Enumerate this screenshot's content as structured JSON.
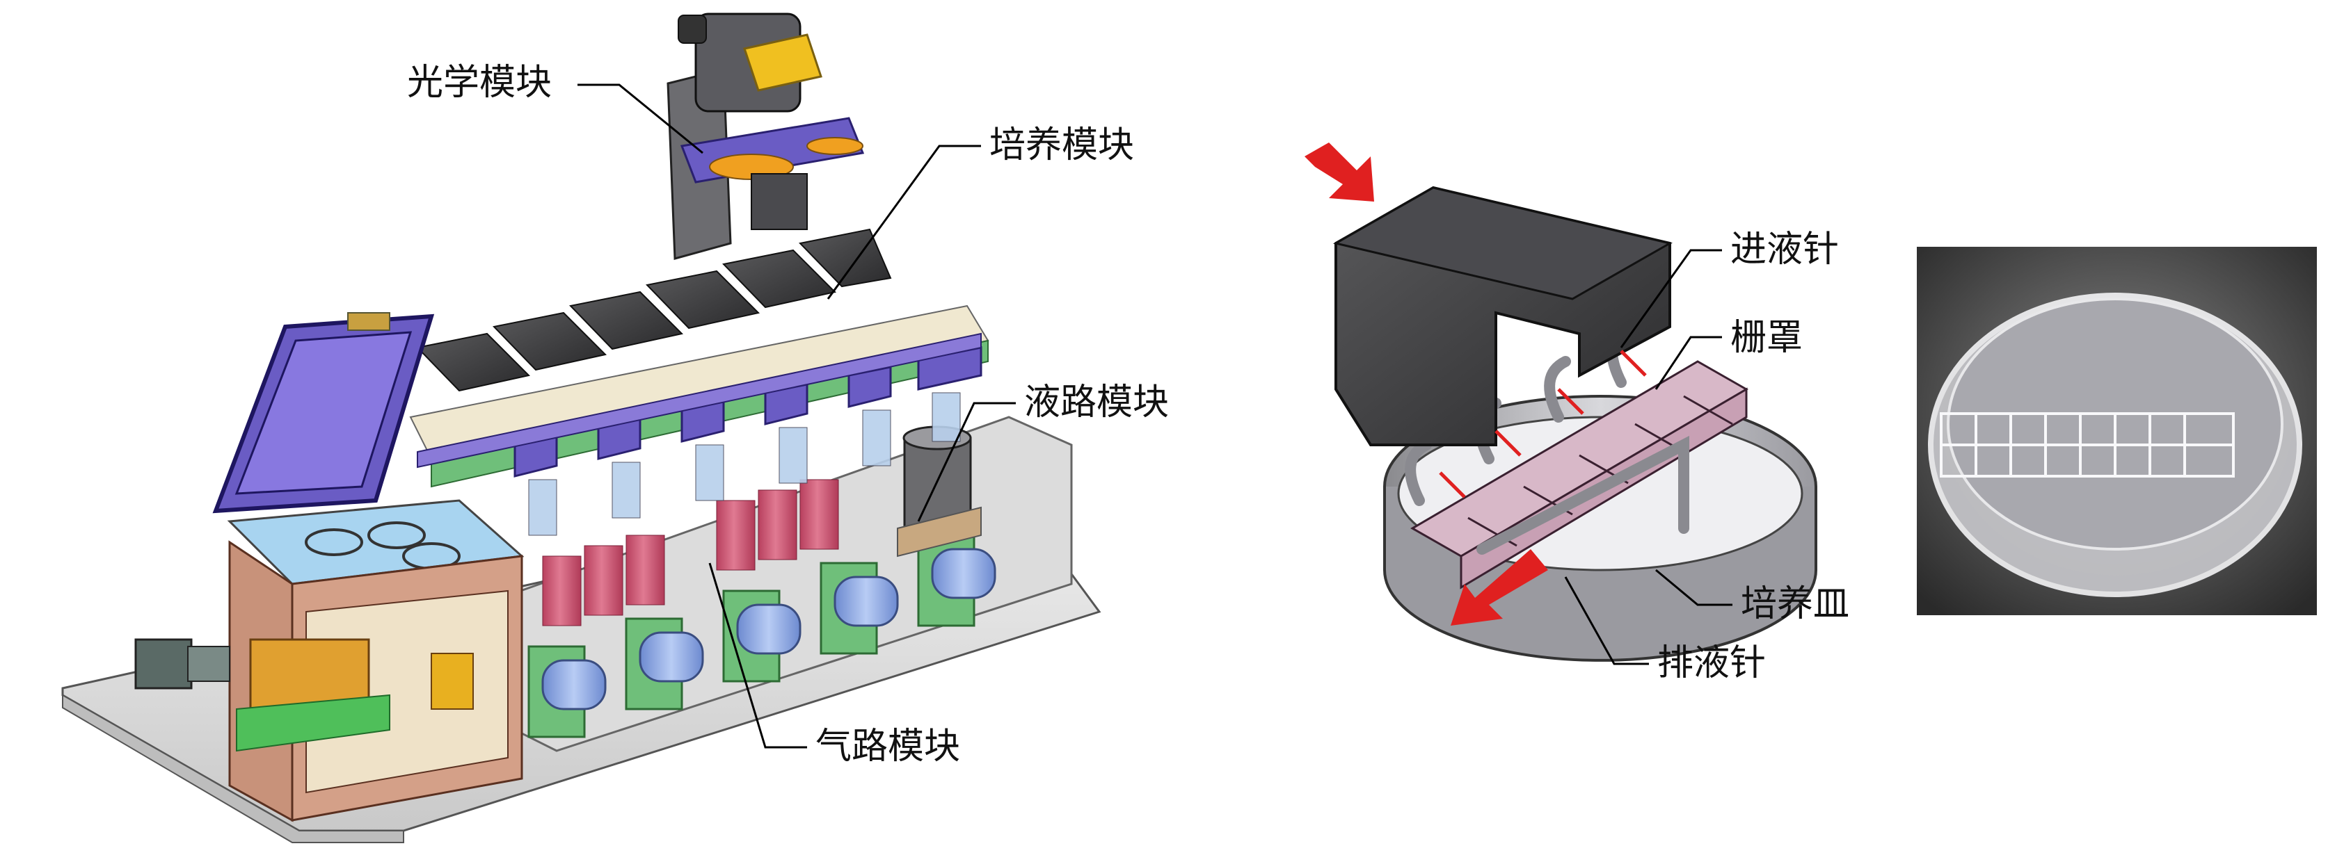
{
  "left_panel": {
    "labels": {
      "optical": "光学模块",
      "culture": "培养模块",
      "fluid": "液路模块",
      "gas": "气路模块"
    }
  },
  "middle_panel": {
    "labels": {
      "inlet_needle": "进液针",
      "grid_cover": "栅罩",
      "dish": "培养皿",
      "outlet_needle": "排液针"
    }
  },
  "colors": {
    "module_purple": "#6a5cc4",
    "frame_tan": "#c8927a",
    "tube_pink": "#d45a78",
    "motor_blue": "#8aa8e6",
    "board_green": "#6fbf7a",
    "arrow_red": "#e02020",
    "block_dark": "#3c3c3e"
  }
}
